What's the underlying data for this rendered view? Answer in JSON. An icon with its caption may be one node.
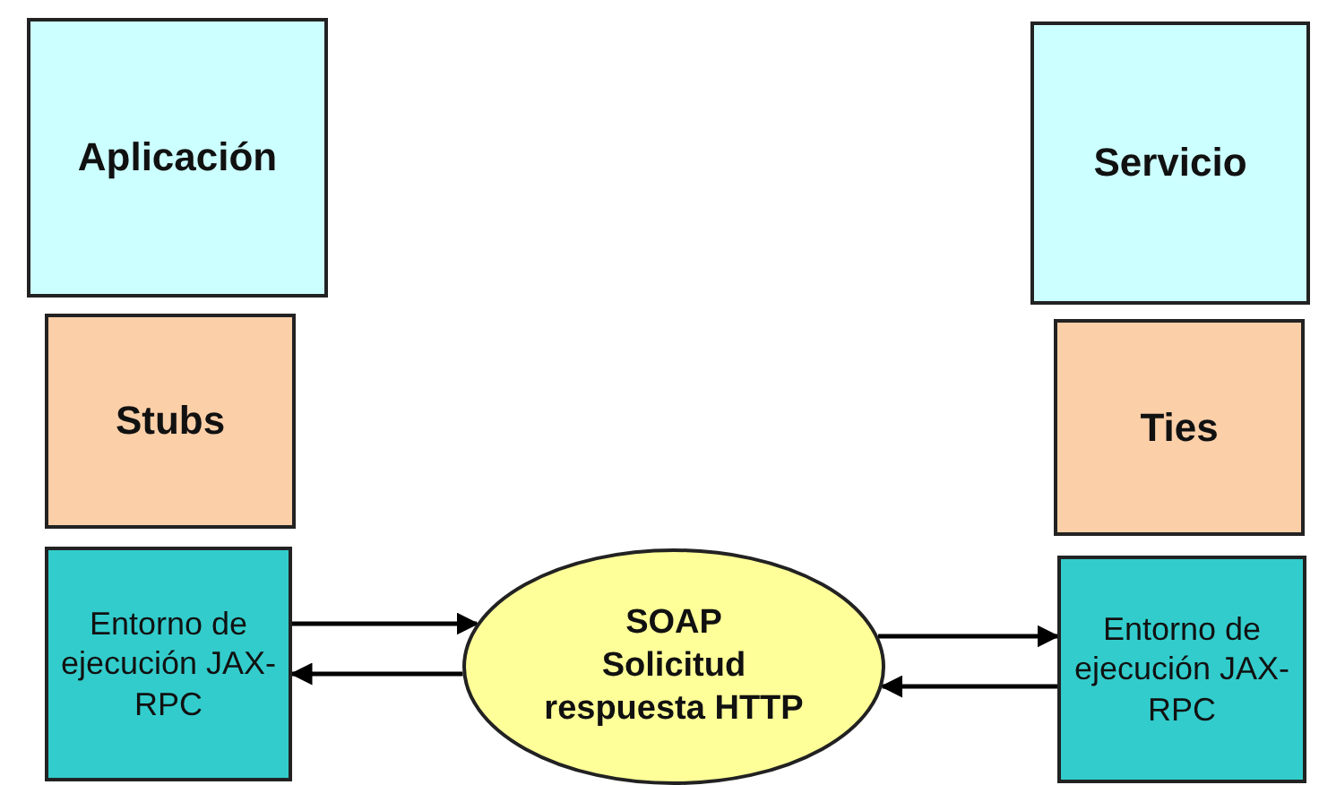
{
  "diagram": {
    "nodes": [
      {
        "text": [
          "Aplicación"
        ]
      },
      {
        "text": [
          "Stubs"
        ]
      },
      {
        "text": [
          "Entorno de ejecución JAX-RPC"
        ]
      },
      {
        "text": [
          "SOAP",
          "Solicitud respuesta HTTP"
        ]
      },
      {
        "text": [
          "Servicio"
        ]
      },
      {
        "text": [
          "Ties"
        ]
      },
      {
        "text": [
          "Entorno de ejecución JAX-RPC"
        ]
      }
    ],
    "edges": [
      {
        "from": 2,
        "to": 3,
        "arrow": "to"
      },
      {
        "from": 3,
        "to": 2,
        "arrow": "to"
      },
      {
        "from": 3,
        "to": 6,
        "arrow": "to"
      },
      {
        "from": 6,
        "to": 3,
        "arrow": "to"
      }
    ]
  }
}
